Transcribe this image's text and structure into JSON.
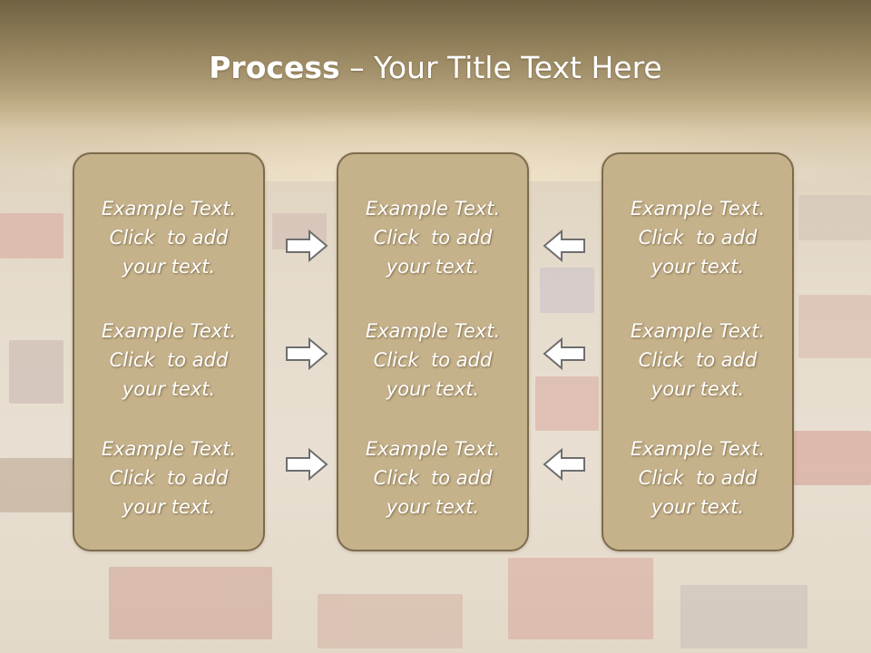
{
  "slide": {
    "title_bold": "Process",
    "title_sep": " – ",
    "title_rest": "Your Title Text Here"
  },
  "panels": [
    {
      "blocks": [
        [
          "Example Text.",
          "Click  to add",
          "your text."
        ],
        [
          "Example Text.",
          "Click  to add",
          "your text."
        ],
        [
          "Example Text.",
          "Click  to add",
          "your text."
        ]
      ]
    },
    {
      "blocks": [
        [
          "Example Text.",
          "Click  to add",
          "your text."
        ],
        [
          "Example Text.",
          "Click  to add",
          "your text."
        ],
        [
          "Example Text.",
          "Click  to add",
          "your text."
        ]
      ]
    },
    {
      "blocks": [
        [
          "Example Text.",
          "Click  to add",
          "your text."
        ],
        [
          "Example Text.",
          "Click  to add",
          "your text."
        ],
        [
          "Example Text.",
          "Click  to add",
          "your text."
        ]
      ]
    }
  ],
  "arrows": {
    "left_column": [
      "right-arrow-icon",
      "right-arrow-icon",
      "right-arrow-icon"
    ],
    "right_column": [
      "left-arrow-icon",
      "left-arrow-icon",
      "left-arrow-icon"
    ]
  },
  "colors": {
    "panel_fill": "#c5b28b",
    "panel_border": "#7d6b4c",
    "arrow_fill": "#ffffff",
    "arrow_stroke": "#6e6e6e",
    "text": "#ffffff"
  }
}
